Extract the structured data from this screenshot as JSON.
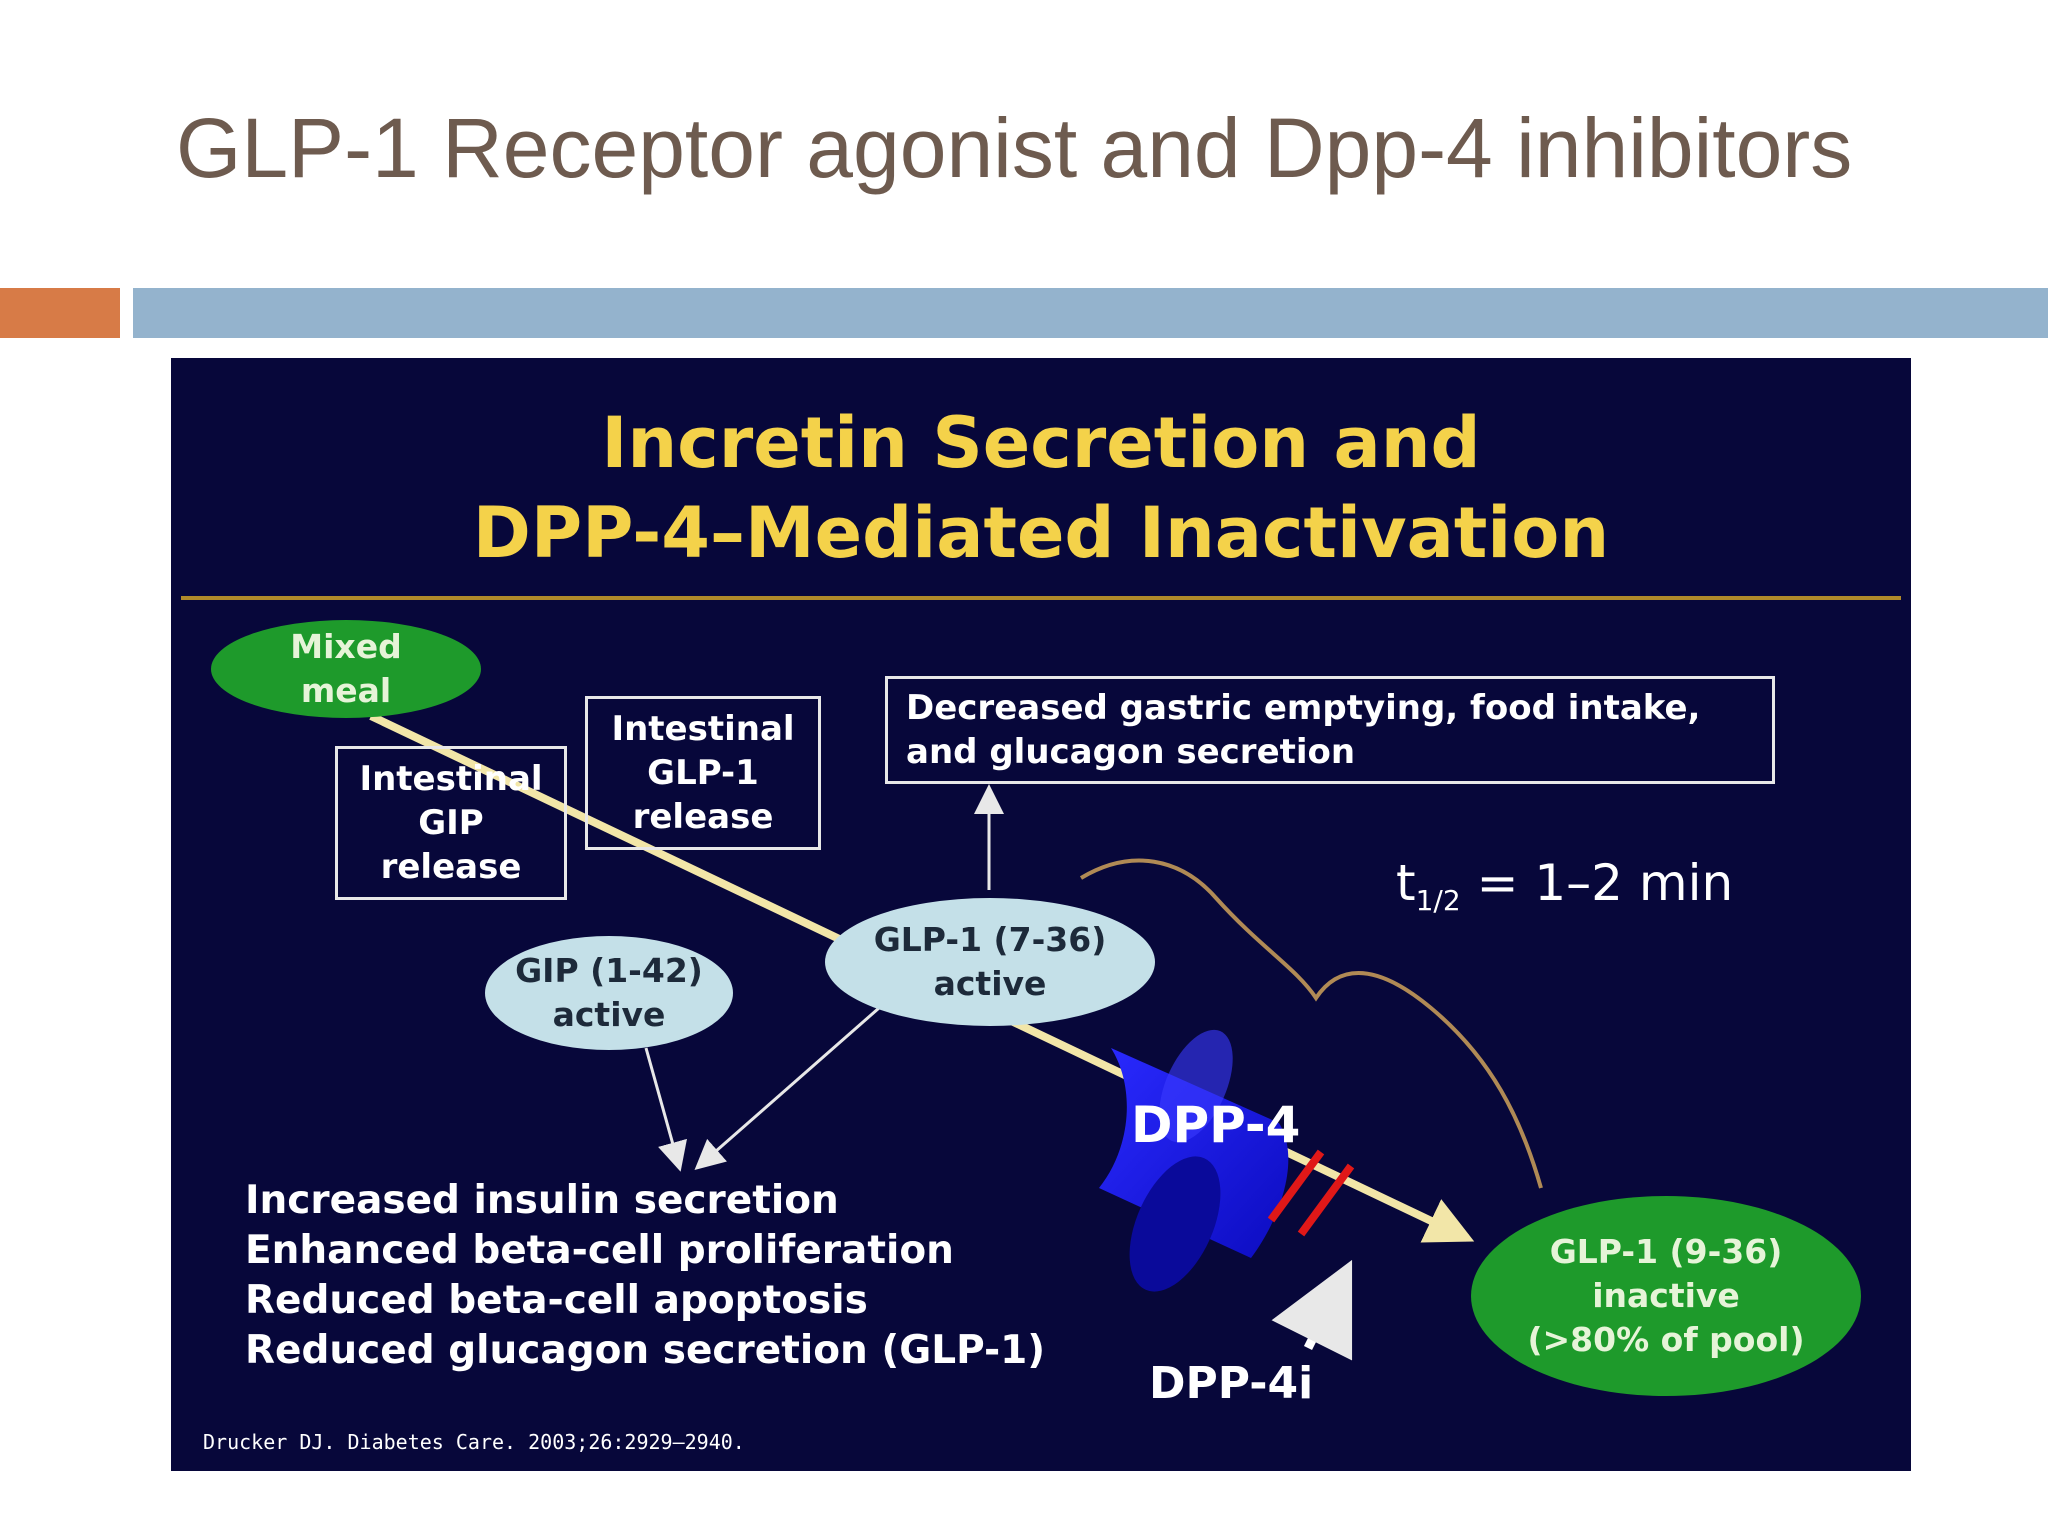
{
  "slide": {
    "title": "GLP-1 Receptor agonist and Dpp-4 inhibitors"
  },
  "figure": {
    "title_line1": "Incretin Secretion and",
    "title_line2": "DPP-4–Mediated Inactivation",
    "mixed_meal": [
      "Mixed",
      "meal"
    ],
    "gip_release": [
      "Intestinal",
      "GIP",
      "release"
    ],
    "glp1_release": [
      "Intestinal",
      "GLP-1",
      "release"
    ],
    "gastric_box": [
      "Decreased gastric emptying, food intake,",
      "and glucagon secretion"
    ],
    "gip_active": [
      "GIP (1-42)",
      "active"
    ],
    "glp1_active": [
      "GLP-1 (7-36)",
      "active"
    ],
    "dpp4_label": "DPP-4",
    "thalf_prefix": "t",
    "thalf_sub": "1/2",
    "thalf_value": " = 1–2 min",
    "effects": [
      "Increased insulin secretion",
      "Enhanced beta-cell proliferation",
      "Reduced beta-cell apoptosis",
      "Reduced glucagon secretion (GLP-1)"
    ],
    "glp1_inactive": [
      "GLP-1 (9-36)",
      "inactive",
      "(>80% of pool)"
    ],
    "dpp4i_label": "DPP-4i",
    "citation": "Drucker DJ. Diabetes Care. 2003;26:2929–2940."
  },
  "colors": {
    "title_text": "#6e5b4f",
    "accent_orange": "#d77b47",
    "accent_blue": "#94b3cd",
    "figure_bg": "#07073a",
    "figure_title": "#f4d24a",
    "green_oval": "#1e9a2b",
    "light_oval": "#c4e0e8",
    "dpp4_blue": "#1818e6",
    "block_red": "#e01818"
  }
}
